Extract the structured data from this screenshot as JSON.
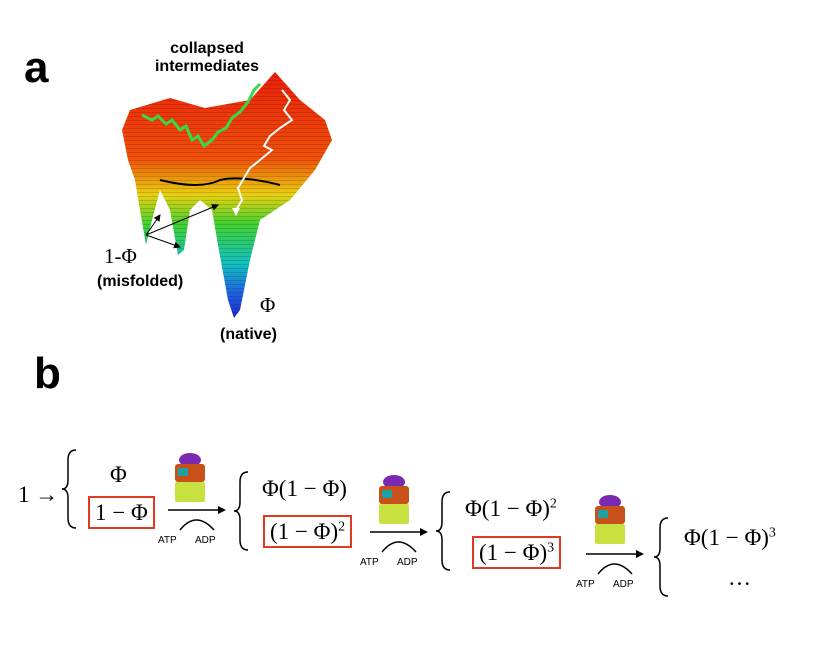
{
  "panel_a": {
    "label": "a",
    "collapsed_label_line1": "collapsed",
    "collapsed_label_line2": "intermediates",
    "misfolded_fraction": "1-Φ",
    "misfolded_label": "(misfolded)",
    "native_fraction": "Φ",
    "native_label": "(native)"
  },
  "panel_b": {
    "label": "b",
    "start": "1 →",
    "stage1": {
      "native": "Φ",
      "misfolded": "1 − Φ"
    },
    "stage2": {
      "native": "Φ(1 − Φ)",
      "misfolded": "(1 − Φ)",
      "misfolded_exp": "2"
    },
    "stage3": {
      "native": "Φ(1 − Φ)",
      "native_exp": "2",
      "misfolded": "(1 − Φ)",
      "misfolded_exp": "3"
    },
    "stage4": {
      "native": "Φ(1 − Φ)",
      "native_exp": "3",
      "more": "…"
    },
    "atp": "ATP",
    "adp": "ADP"
  },
  "colors": {
    "box_border": "#e23a22",
    "landscape_top": "#e8200a",
    "landscape_bottom": "#1a33cc",
    "pathway_green": "#39d84a",
    "pathway_white": "#ffffff"
  }
}
